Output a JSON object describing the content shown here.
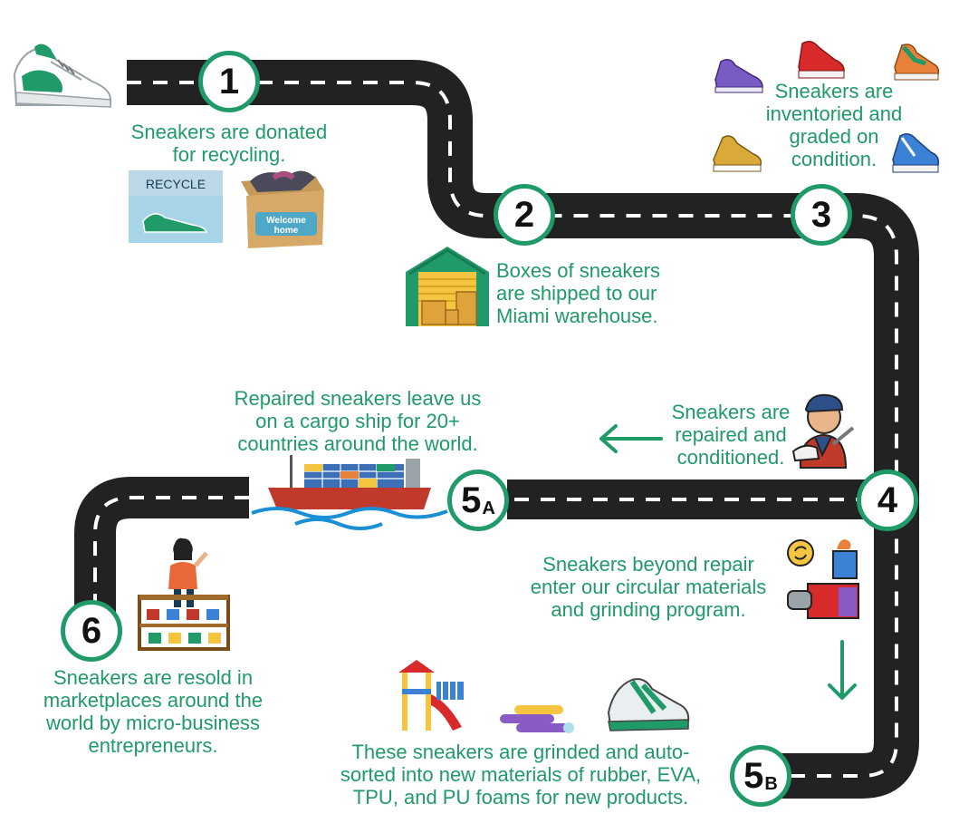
{
  "steps": {
    "s1": {
      "badge": "1",
      "text": "Sneakers are donated\nfor recycling."
    },
    "s2": {
      "badge": "2",
      "text": "Boxes of sneakers\nare shipped to our\nMiami warehouse."
    },
    "s3": {
      "badge": "3",
      "text": "Sneakers are\ninventoried and\ngraded on\ncondition."
    },
    "s4": {
      "badge": "4",
      "text": "Sneakers are\nrepaired and\nconditioned."
    },
    "s5a": {
      "badge": "5",
      "sub": "A",
      "text": "Repaired sneakers leave us\non a cargo ship for 20+\ncountries around the world."
    },
    "s5b": {
      "badge": "5",
      "sub": "B",
      "text": "These sneakers are grinded and auto-\nsorted into new materials of rubber, EVA,\nTPU, and PU foams for new products."
    },
    "s4b": {
      "text": "Sneakers beyond repair\nenter our circular materials\nand grinding program."
    },
    "s6": {
      "badge": "6",
      "text": "Sneakers are resold in\nmarketplaces around the\nworld by micro-business\nentrepreneurs."
    }
  },
  "box_labels": {
    "recycle": "RECYCLE",
    "welcome": "Welcome\nhome"
  },
  "colors": {
    "road": "#222222",
    "accent": "#1f9a68",
    "dash": "#ffffff"
  }
}
